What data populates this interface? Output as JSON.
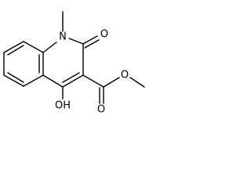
{
  "molecule": {
    "atoms": {
      "n1": "N",
      "methyl_n": "CH3",
      "oxo_o": "O",
      "hydroxy": "OH",
      "ester_o_carbonyl": "O",
      "ester_o_ether": "O",
      "methyl_ester": "CH3"
    }
  },
  "colors": {
    "bond": "#000000",
    "label": "#000000",
    "background": "#ffffff"
  }
}
